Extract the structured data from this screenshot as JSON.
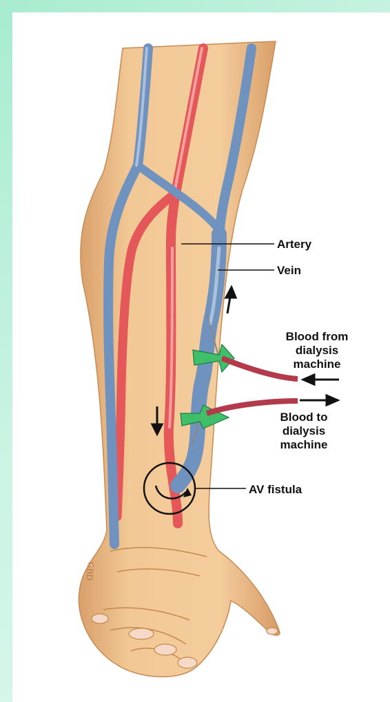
{
  "labels": {
    "artery": "Artery",
    "vein": "Vein",
    "blood_from": [
      "Blood from",
      "dialysis",
      "machine"
    ],
    "blood_to": [
      "Blood to",
      "dialysis",
      "machine"
    ],
    "av_fistula": "AV fistula",
    "signature": "GBD"
  },
  "colors": {
    "skin": "#f0c490",
    "skin_shadow": "#d9a06a",
    "artery": "#e4585a",
    "artery_light": "#f4a0a0",
    "vein": "#6f92bf",
    "vein_light": "#a9c1dd",
    "needle_wing": "#3fbf6a",
    "tubing": "#b23a4a"
  }
}
